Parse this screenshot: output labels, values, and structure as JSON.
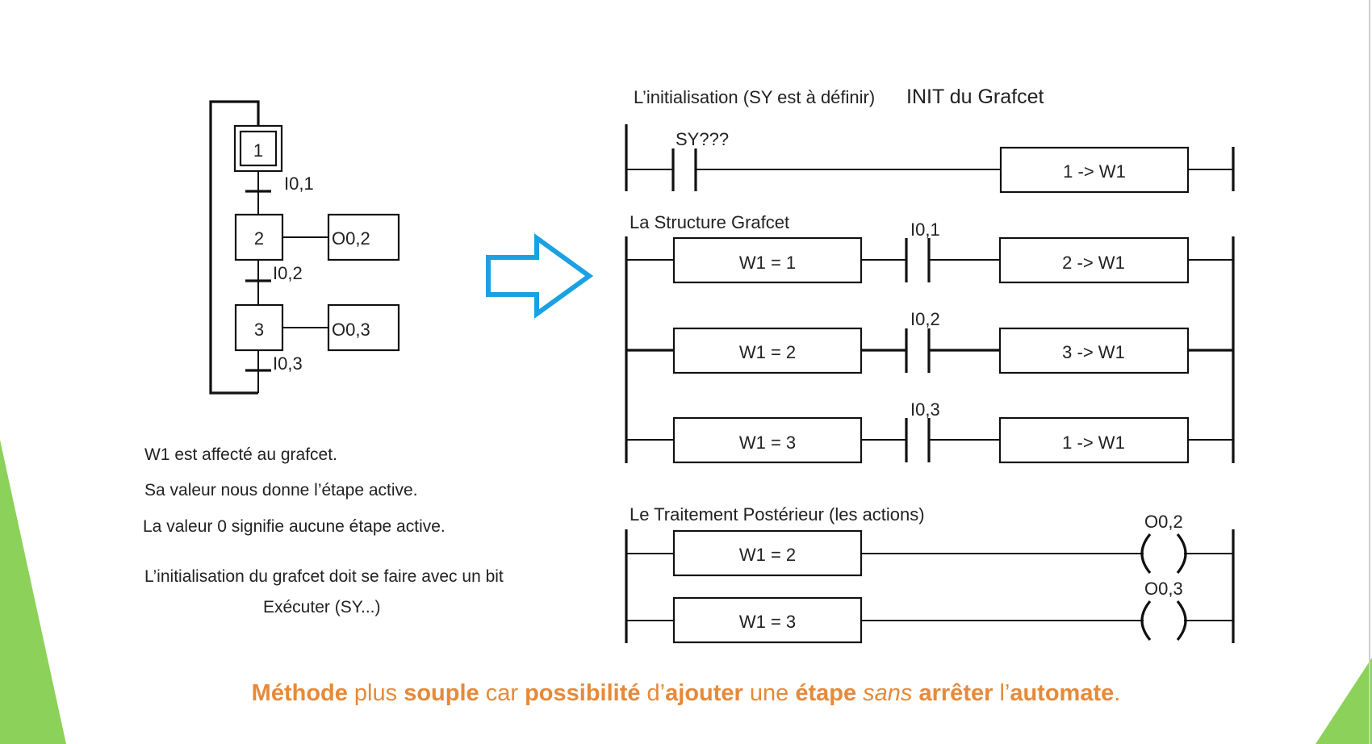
{
  "colors": {
    "accent_green": "#8cd25a",
    "arrow_blue": "#1ba1e2",
    "orange": "#e58a3a",
    "line": "#111111"
  },
  "grafcet": {
    "steps": [
      "1",
      "2",
      "3"
    ],
    "transitions": [
      "I0,1",
      "I0,2",
      "I0,3"
    ],
    "actions": [
      "O0,2",
      "O0,3"
    ]
  },
  "ladder": {
    "init_header": "L’initialisation (SY est à définir)",
    "init_title": "INIT du Grafcet",
    "init_contact": "SY???",
    "init_coil": "1 -> W1",
    "structure_header": "La Structure Grafcet",
    "structure_rungs": [
      {
        "compare": "W1 = 1",
        "contact": "I0,1",
        "assign": "2 -> W1"
      },
      {
        "compare": "W1 = 2",
        "contact": "I0,2",
        "assign": "3 -> W1"
      },
      {
        "compare": "W1 = 3",
        "contact": "I0,3",
        "assign": "1 -> W1"
      }
    ],
    "post_header": "Le Traitement Postérieur (les actions)",
    "post_rungs": [
      {
        "compare": "W1 = 2",
        "coil": "O0,2"
      },
      {
        "compare": "W1 = 3",
        "coil": "O0,3"
      }
    ]
  },
  "notes": {
    "line1": "W1 est affecté au grafcet.",
    "line2": "Sa valeur nous donne l’étape active.",
    "line3": "La valeur 0 signifie aucune étape active.",
    "line4": "L’initialisation du grafcet doit se faire avec un bit",
    "line5": "Exécuter (SY...)"
  },
  "footer": {
    "w1": "Méthode",
    "w2": " plus ",
    "w3": "souple",
    "w4": " car ",
    "w5": "possibilité",
    "w6": " d’",
    "w7": "ajouter",
    "w8": " une ",
    "w9": "étape",
    "w10": " ",
    "w11": "sans",
    "w12": " ",
    "w13": "arrêter",
    "w14": " l’",
    "w15": "automate",
    "w16": "."
  }
}
